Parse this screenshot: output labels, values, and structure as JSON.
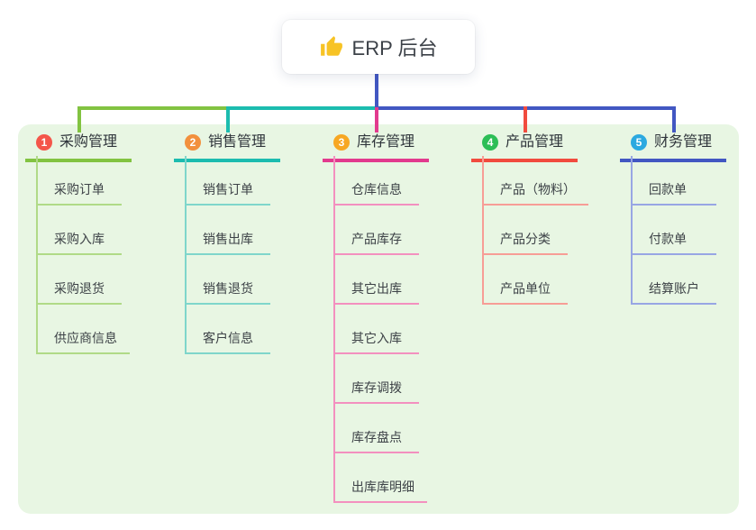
{
  "root": {
    "icon": "thumbs-up",
    "label": "ERP 后台"
  },
  "connector_color": "#4257c2",
  "panel_bg": "#e8f6e3",
  "icon_color": "#f7c325",
  "branches": [
    {
      "index": "1",
      "label": "采购管理",
      "badge_color": "#f4564a",
      "line_color": "#82c341",
      "child_line_color": "#b0da87",
      "children": [
        "采购订单",
        "采购入库",
        "采购退货",
        "供应商信息"
      ]
    },
    {
      "index": "2",
      "label": "销售管理",
      "badge_color": "#f2903d",
      "line_color": "#1cbcaf",
      "child_line_color": "#7fd6cb",
      "children": [
        "销售订单",
        "销售出库",
        "销售退货",
        "客户信息"
      ]
    },
    {
      "index": "3",
      "label": "库存管理",
      "badge_color": "#f7a723",
      "line_color": "#e23a8e",
      "child_line_color": "#f390bf",
      "children": [
        "仓库信息",
        "产品库存",
        "其它出库",
        "其它入库",
        "库存调拨",
        "库存盘点",
        "出库库明细"
      ]
    },
    {
      "index": "4",
      "label": "产品管理",
      "badge_color": "#2cbe56",
      "line_color": "#f14b3e",
      "child_line_color": "#f79d96",
      "children": [
        "产品（物料）",
        "产品分类",
        "产品单位"
      ]
    },
    {
      "index": "5",
      "label": "财务管理",
      "badge_color": "#2ba9e0",
      "line_color": "#4257c2",
      "child_line_color": "#98a6e4",
      "children": [
        "回款单",
        "付款单",
        "结算账户"
      ]
    }
  ]
}
